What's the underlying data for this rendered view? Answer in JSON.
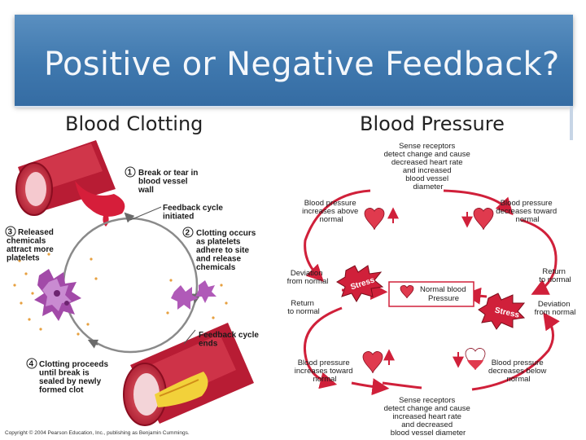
{
  "slide": {
    "title": "Positive or Negative Feedback?",
    "left_heading": "Blood Clotting",
    "right_heading": "Blood Pressure"
  },
  "clotting": {
    "steps": [
      {
        "num": "1",
        "lines": [
          "Break or tear in",
          "blood vessel",
          "wall"
        ]
      },
      {
        "num": "2",
        "lines": [
          "Clotting occurs",
          "as platelets",
          "adhere to site",
          "and release",
          "chemicals"
        ]
      },
      {
        "num": "3",
        "lines": [
          "Released",
          "chemicals",
          "attract more",
          "platelets"
        ]
      },
      {
        "num": "4",
        "lines": [
          "Clotting proceeds",
          "until break is",
          "sealed by newly",
          "formed clot"
        ]
      }
    ],
    "feedback_initiated": [
      "Feedback cycle",
      "initiated"
    ],
    "feedback_ends": [
      "Feedback cycle",
      "ends"
    ],
    "copyright": "Copyright © 2004 Pearson Education, Inc., publishing as Benjamin Cummings."
  },
  "pressure": {
    "center": [
      "Normal blood",
      "Pressure"
    ],
    "top_receptors": [
      "Sense receptors",
      "detect change and cause",
      "decreased heart rate",
      "and increased",
      "blood vessel",
      "diameter"
    ],
    "bottom_receptors": [
      "Sense receptors",
      "detect change and cause",
      "increased heart rate",
      "and decreased",
      "blood vessel diameter"
    ],
    "bp_increases_above": [
      "Blood pressure",
      "increases above",
      "normal"
    ],
    "bp_decreases_toward": [
      "Blood pressure",
      "decreases toward",
      "normal"
    ],
    "bp_increases_toward": [
      "Blood pressure",
      "increases toward",
      "normal"
    ],
    "bp_decreases_below": [
      "Blood pressure",
      "decreases below",
      "normal"
    ],
    "deviation_left": [
      "Deviation",
      "from normal"
    ],
    "return_right": [
      "Return",
      "to normal"
    ],
    "return_left": [
      "Return",
      "to normal"
    ],
    "deviation_right": [
      "Deviation",
      "from normal"
    ],
    "stress_label": "Stress",
    "colors": {
      "arrow": "#d0203a",
      "heart": "#e03a4e"
    }
  }
}
